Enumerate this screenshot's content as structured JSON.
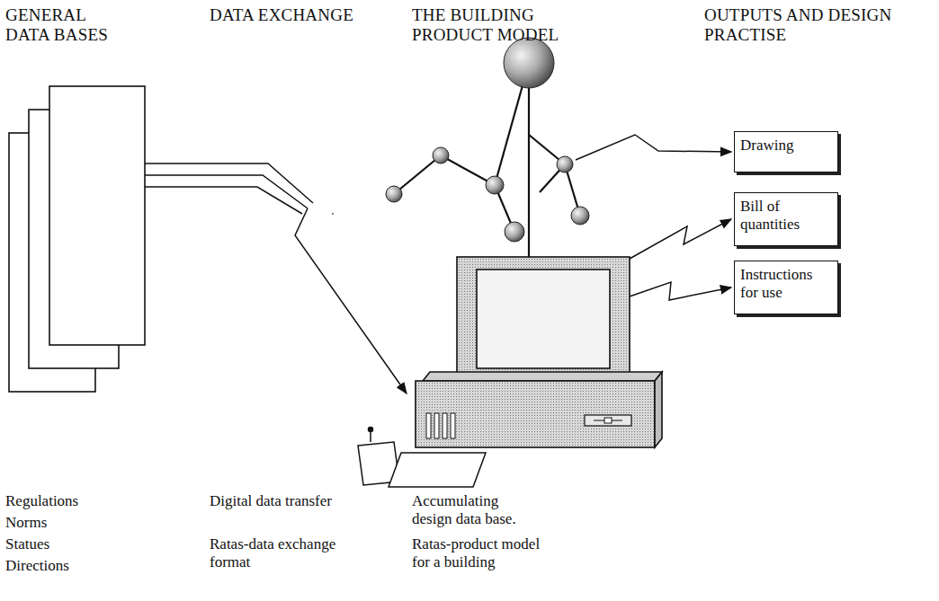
{
  "diagram": {
    "nodes": [
      {
        "text": [
          "Drawing"
        ]
      },
      {
        "text": [
          "Bill of quantities"
        ]
      },
      {
        "text": [
          "Instructions for use"
        ]
      }
    ],
    "labels": [
      "GENERAL DATA BASES",
      "DATA EXCHANGE",
      "THE BUILDING PRODUCT MODEL",
      "OUTPUTS AND DESIGN PRACTISE",
      "Regulations",
      "Norms",
      "Statues",
      "Directions",
      "Digital data transfer",
      "Ratas-data exchange format",
      "Accumulating design data base.",
      "Ratas-product model for a building"
    ]
  }
}
